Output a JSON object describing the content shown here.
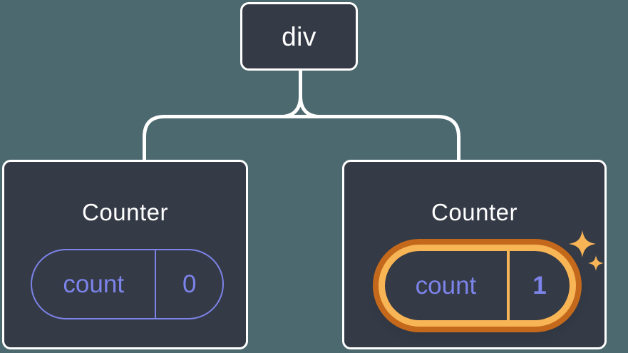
{
  "tree": {
    "root": {
      "label": "div"
    },
    "children": [
      {
        "title": "Counter",
        "state": {
          "name": "count",
          "value": "0"
        },
        "highlighted": false
      },
      {
        "title": "Counter",
        "state": {
          "name": "count",
          "value": "1"
        },
        "highlighted": true
      }
    ]
  },
  "colors": {
    "background": "#4c6970",
    "node_fill": "#343a46",
    "outline": "#ffffff",
    "state_accent": "#7c83e9",
    "highlight_ring_outer": "#c4691c",
    "highlight_ring_inner": "#f7b556",
    "sparkle": "#f7b556"
  }
}
